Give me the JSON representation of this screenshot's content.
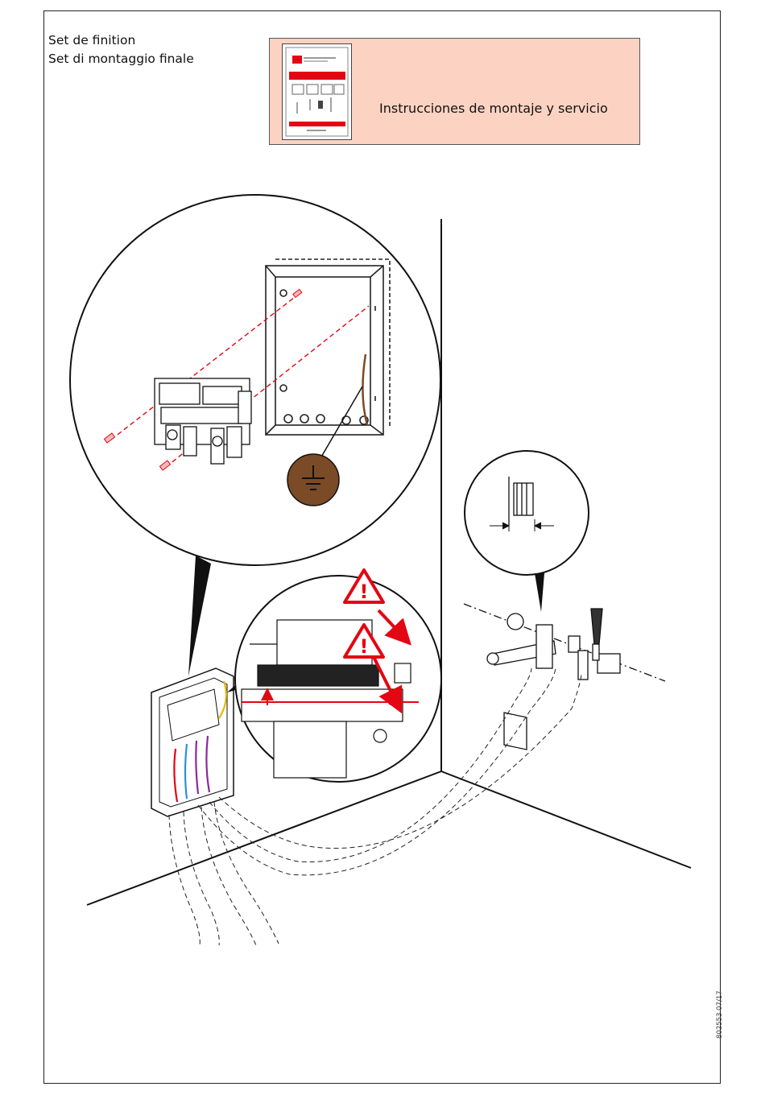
{
  "header": {
    "lines": [
      "Set de finition",
      "Set di montaggio finale"
    ]
  },
  "manual": {
    "label": "Instrucciones de montaje y servicio",
    "icon": "manual-booklet-icon"
  },
  "footer": {
    "code": "802553 07/17"
  },
  "icons": {
    "ground": "ground-symbol-icon",
    "warning": "warning-triangle-icon"
  },
  "colors": {
    "accent_red": "#e30613",
    "manual_bg": "#fcd3c2",
    "ground_brown": "#7b4a26",
    "wire_blue": "#2f8fd6",
    "wire_purple": "#8a2a9a",
    "wire_yellow": "#e6b800"
  }
}
